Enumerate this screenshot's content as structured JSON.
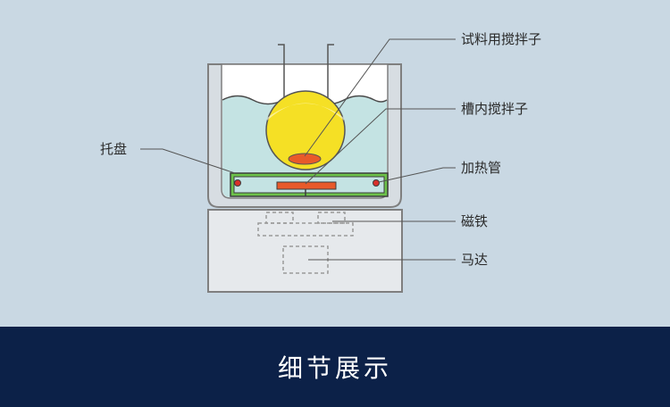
{
  "labels": {
    "sample_stirrer": "试料用搅拌子",
    "bath_stirrer": "槽内搅拌子",
    "tray": "托盘",
    "heating_tube": "加热管",
    "magnet": "磁铁",
    "motor": "马达"
  },
  "banner": {
    "title": "细节展示"
  },
  "colors": {
    "background": "#c9d8e3",
    "banner": "#0c2148",
    "water": "#c4e3e3",
    "flask": "#f5e025",
    "tray": "#6cc24a",
    "stirrer": "#e85a2a"
  }
}
